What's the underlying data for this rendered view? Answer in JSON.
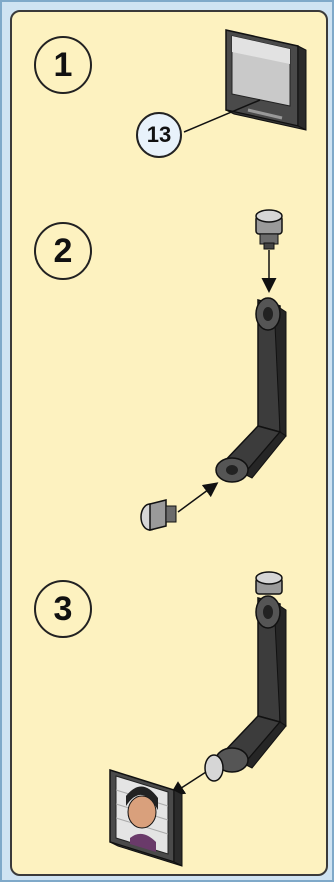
{
  "steps": [
    {
      "number": "1",
      "part_callout": "13"
    },
    {
      "number": "2"
    },
    {
      "number": "3"
    }
  ],
  "colors": {
    "panel_background": "#fdf2c0",
    "page_background": "#cfe3f2",
    "arm_dark_gray": "#3c3c3c",
    "bolt_light_gray": "#b8b8b8",
    "callout_fill": "#e8f2fb"
  }
}
